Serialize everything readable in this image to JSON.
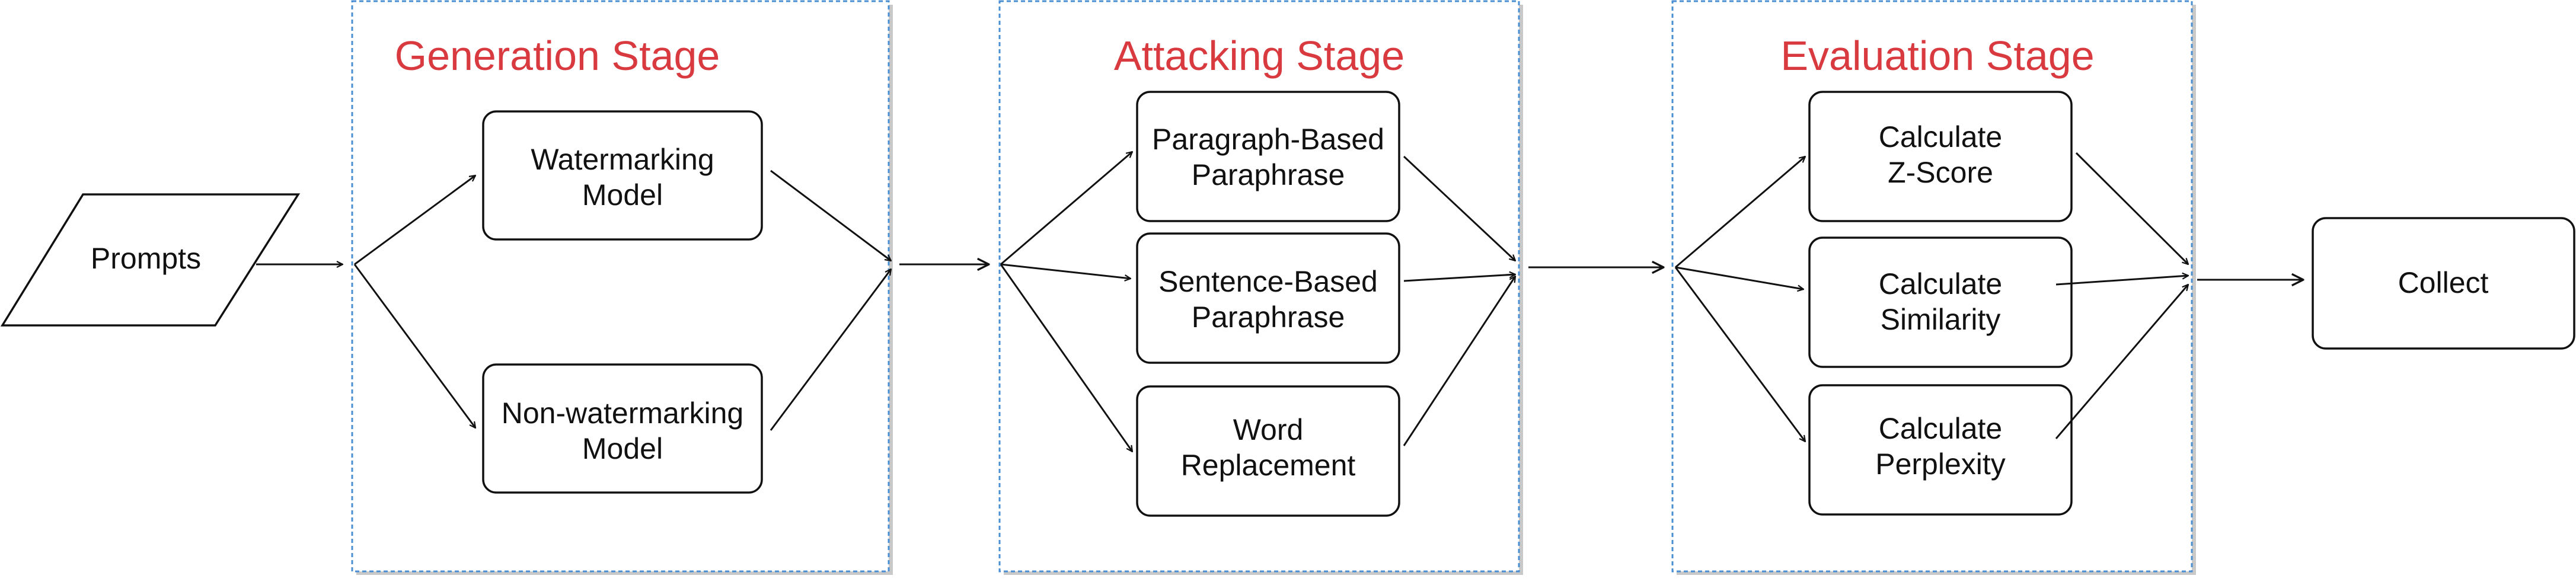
{
  "input": {
    "label": "Prompts"
  },
  "stages": [
    {
      "title": "Generation Stage",
      "nodes": [
        {
          "lines": [
            "Watermarking",
            "Model"
          ]
        },
        {
          "lines": [
            "Non-watermarking",
            "Model"
          ]
        }
      ]
    },
    {
      "title": "Attacking Stage",
      "nodes": [
        {
          "lines": [
            "Paragraph-Based",
            "Paraphrase"
          ]
        },
        {
          "lines": [
            "Sentence-Based",
            "Paraphrase"
          ]
        },
        {
          "lines": [
            "Word",
            "Replacement"
          ]
        }
      ]
    },
    {
      "title": "Evaluation Stage",
      "nodes": [
        {
          "lines": [
            "Calculate",
            "Z-Score"
          ]
        },
        {
          "lines": [
            "Calculate",
            "Similarity"
          ]
        },
        {
          "lines": [
            "Calculate",
            "Perplexity"
          ]
        }
      ]
    }
  ],
  "output": {
    "label": "Collect"
  },
  "colors": {
    "stage_title": "#d83a3f",
    "stage_border": "#4a8fd4",
    "stroke": "#111111"
  }
}
